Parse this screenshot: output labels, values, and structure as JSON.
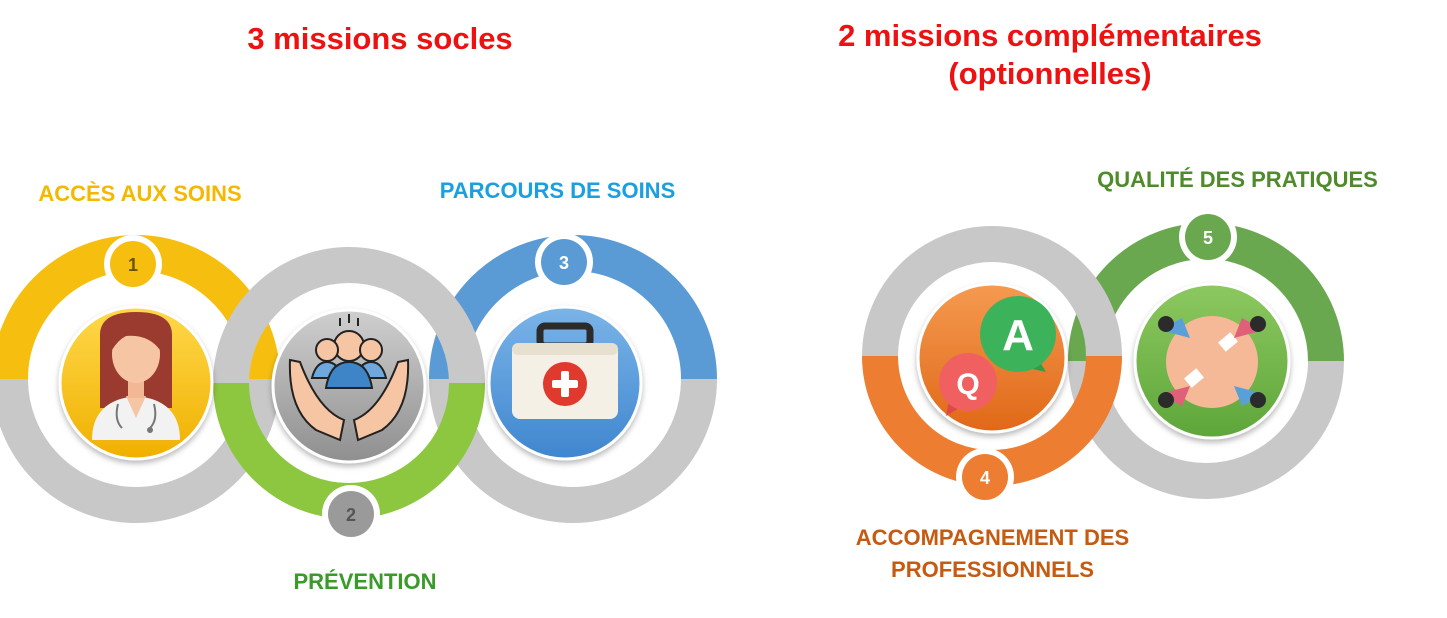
{
  "headings": {
    "left": "3 missions socles",
    "right_line1": "2 missions complémentaires",
    "right_line2": "(optionnelles)"
  },
  "missions": [
    {
      "number": "1",
      "label": "ACCÈS AUX SOINS",
      "color": "#f6bf10",
      "icon": "doctor-icon"
    },
    {
      "number": "2",
      "label": "PRÉVENTION",
      "color": "#8dc63f",
      "icon": "community-care-icon"
    },
    {
      "number": "3",
      "label": "PARCOURS DE SOINS",
      "color": "#5b9bd5",
      "icon": "first-aid-kit-icon"
    },
    {
      "number": "4",
      "label_line1": "ACCOMPAGNEMENT DES",
      "label_line2": "PROFESSIONNELS",
      "color": "#ed7d31",
      "icon": "questions-answers-icon"
    },
    {
      "number": "5",
      "label": "QUALITÉ DES PRATIQUES",
      "color": "#6aa84f",
      "icon": "team-meeting-icon"
    }
  ],
  "colors": {
    "heading": "#ee1111",
    "ring_gray": "#c8c8c8",
    "label_yellow": "#f5b800",
    "label_green": "#3a9a2a",
    "label_blue": "#19a0e0",
    "label_orange": "#c55a11",
    "label_darkgreen": "#4f8a2b"
  }
}
